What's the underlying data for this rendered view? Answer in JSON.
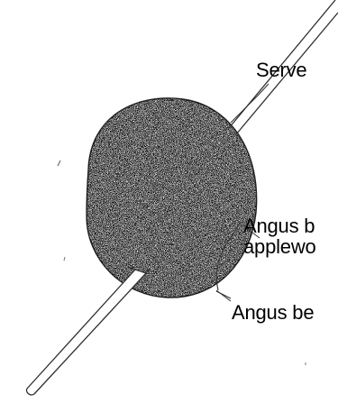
{
  "diagram": {
    "labels": [
      "Serve",
      "Angus b",
      "applewo",
      "Angus be"
    ]
  }
}
